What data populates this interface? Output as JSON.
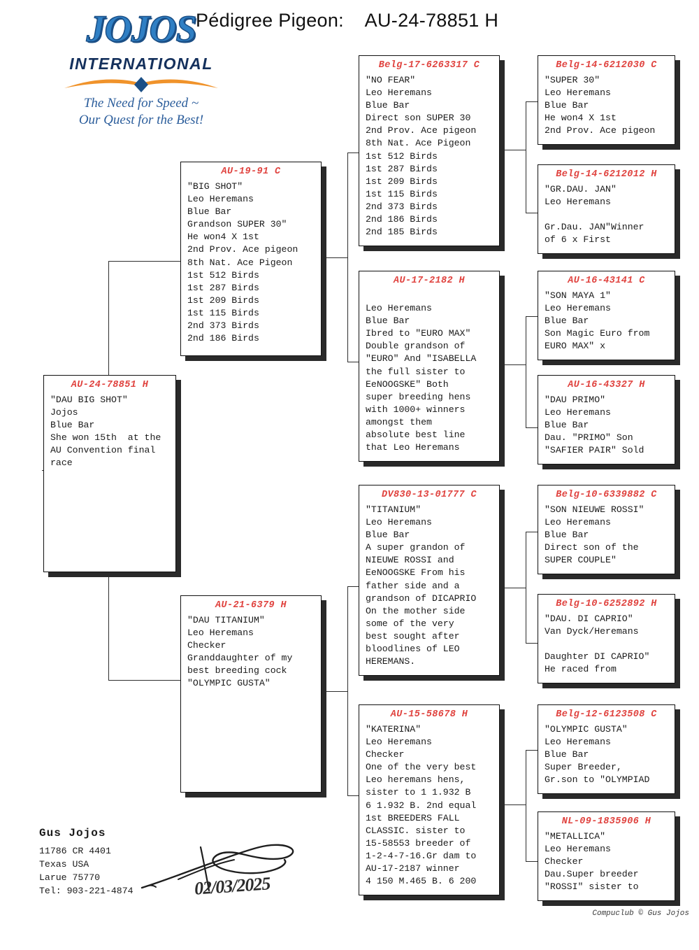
{
  "header": {
    "title": "Pédigree Pigeon:    AU-24-78851 H",
    "logo": {
      "word": "JOJOS",
      "sub": "INTERNATIONAL",
      "tagline_line1": "The Need for Speed ~",
      "tagline_line2": "Our Quest for the Best!"
    }
  },
  "colors": {
    "band_id": "#e0433f",
    "text": "#1a1a1a",
    "box_border": "#111111",
    "shadow": "#2a2a2a",
    "logo_blue": "#2f7fc4",
    "logo_dark_blue": "#14305c",
    "logo_orange": "#f0932b"
  },
  "subject": {
    "id": "AU-24-78851 H",
    "lines": [
      "\"DAU BIG SHOT\"",
      "Jojos",
      "Blue Bar",
      "She won 15th  at the",
      "AU Convention final",
      "race"
    ]
  },
  "gen1": [
    {
      "id": "AU-19-91 C",
      "lines": [
        "\"BIG SHOT\"",
        "Leo Heremans",
        "Blue Bar",
        "Grandson SUPER 30\"",
        "He won4 X 1st",
        "2nd Prov. Ace pigeon",
        "8th Nat. Ace Pigeon",
        "1st 512 Birds",
        "1st 287 Birds",
        "1st 209 Birds",
        "1st 115 Birds",
        "2nd 373 Birds",
        "2nd 186 Birds"
      ]
    },
    {
      "id": "AU-21-6379 H",
      "lines": [
        "\"DAU TITANIUM\"",
        "Leo Heremans",
        "Checker",
        "Granddaughter of my",
        "best breeding cock",
        "\"OLYMPIC GUSTA\""
      ]
    }
  ],
  "gen2": [
    {
      "id": "Belg-17-6263317 C",
      "lines": [
        "\"NO FEAR\"",
        "Leo Heremans",
        "Blue Bar",
        "Direct son SUPER 30",
        "2nd Prov. Ace pigeon",
        "8th Nat. Ace Pigeon",
        "1st 512 Birds",
        "1st 287 Birds",
        "1st 209 Birds",
        "1st 115 Birds",
        "2nd 373 Birds",
        "2nd 186 Birds",
        "2nd 185 Birds"
      ]
    },
    {
      "id": "AU-17-2182 H",
      "lines": [
        "",
        "Leo Heremans",
        "Blue Bar",
        "Ibred to \"EURO MAX\"",
        "Double grandson of",
        "\"EURO\" And \"ISABELLA",
        "the full sister to",
        "EeNOOGSKE\" Both",
        "super breeding hens",
        "with 1000+ winners",
        "amongst them",
        "absolute best line",
        "that Leo Heremans"
      ]
    },
    {
      "id": "DV830-13-01777 C",
      "lines": [
        "\"TITANIUM\"",
        "Leo Heremans",
        "Blue Bar",
        "A super grandon of",
        "NIEUWE ROSSI and",
        "EeNOOGSKE From his",
        "father side and a",
        "grandson of DICAPRIO",
        "On the mother side",
        "some of the very",
        "best sought after",
        "bloodlines of LEO",
        "HEREMANS."
      ]
    },
    {
      "id": "AU-15-58678 H",
      "lines": [
        "\"KATERINA\"",
        "Leo Heremans",
        "Checker",
        "One of the very best",
        "Leo heremans hens,",
        "sister to 1 1.932 B",
        "6 1.932 B. 2nd equal",
        "1st BREEDERS FALL",
        "CLASSIC. sister to",
        "15-58553 breeder of",
        "1-2-4-7-16.Gr dam to",
        "AU-17-2187 winner",
        "4 150 M.465 B. 6 200"
      ]
    }
  ],
  "gen3": [
    {
      "id": "Belg-14-6212030 C",
      "lines": [
        "\"SUPER 30\"",
        "Leo Heremans",
        "Blue Bar",
        "He won4 X 1st",
        "2nd Prov. Ace pigeon"
      ]
    },
    {
      "id": "Belg-14-6212012 H",
      "lines": [
        "\"GR.DAU. JAN\"",
        "Leo Heremans",
        "",
        "Gr.Dau. JAN\"Winner",
        "of 6 x First"
      ]
    },
    {
      "id": "AU-16-43141 C",
      "lines": [
        "\"SON MAYA 1\"",
        "Leo Heremans",
        "Blue Bar",
        "Son Magic Euro from",
        "EURO MAX\" x"
      ]
    },
    {
      "id": "AU-16-43327 H",
      "lines": [
        "\"DAU PRIMO\"",
        "Leo Heremans",
        "Blue Bar",
        "Dau. \"PRIMO\" Son",
        "\"SAFIER PAIR\" Sold"
      ]
    },
    {
      "id": "Belg-10-6339882 C",
      "lines": [
        "\"SON NIEUWE ROSSI\"",
        "Leo Heremans",
        "Blue Bar",
        "Direct son of the",
        "SUPER COUPLE\""
      ]
    },
    {
      "id": "Belg-10-6252892 H",
      "lines": [
        "\"DAU. DI CAPRIO\"",
        "Van Dyck/Heremans",
        "",
        "Daughter DI CAPRIO\"",
        "He raced from"
      ]
    },
    {
      "id": "Belg-12-6123508 C",
      "lines": [
        "\"OLYMPIC GUSTA\"",
        "Leo Heremans",
        "Blue Bar",
        "Super Breeder,",
        "Gr.son to \"OLYMPIAD"
      ]
    },
    {
      "id": "NL-09-1835906 H",
      "lines": [
        "\"METALLICA\"",
        "Leo Heremans",
        "Checker",
        "Dau.Super breeder",
        "\"ROSSI\" sister to"
      ]
    }
  ],
  "footer": {
    "owner_name": "Gus Jojos",
    "address_lines": [
      "11786 CR 4401",
      "Texas USA",
      "Larue 75770",
      "Tel: 903-221-4874"
    ],
    "signature_date": "02/03/2025",
    "credit": "Compuclub © Gus Jojos"
  }
}
